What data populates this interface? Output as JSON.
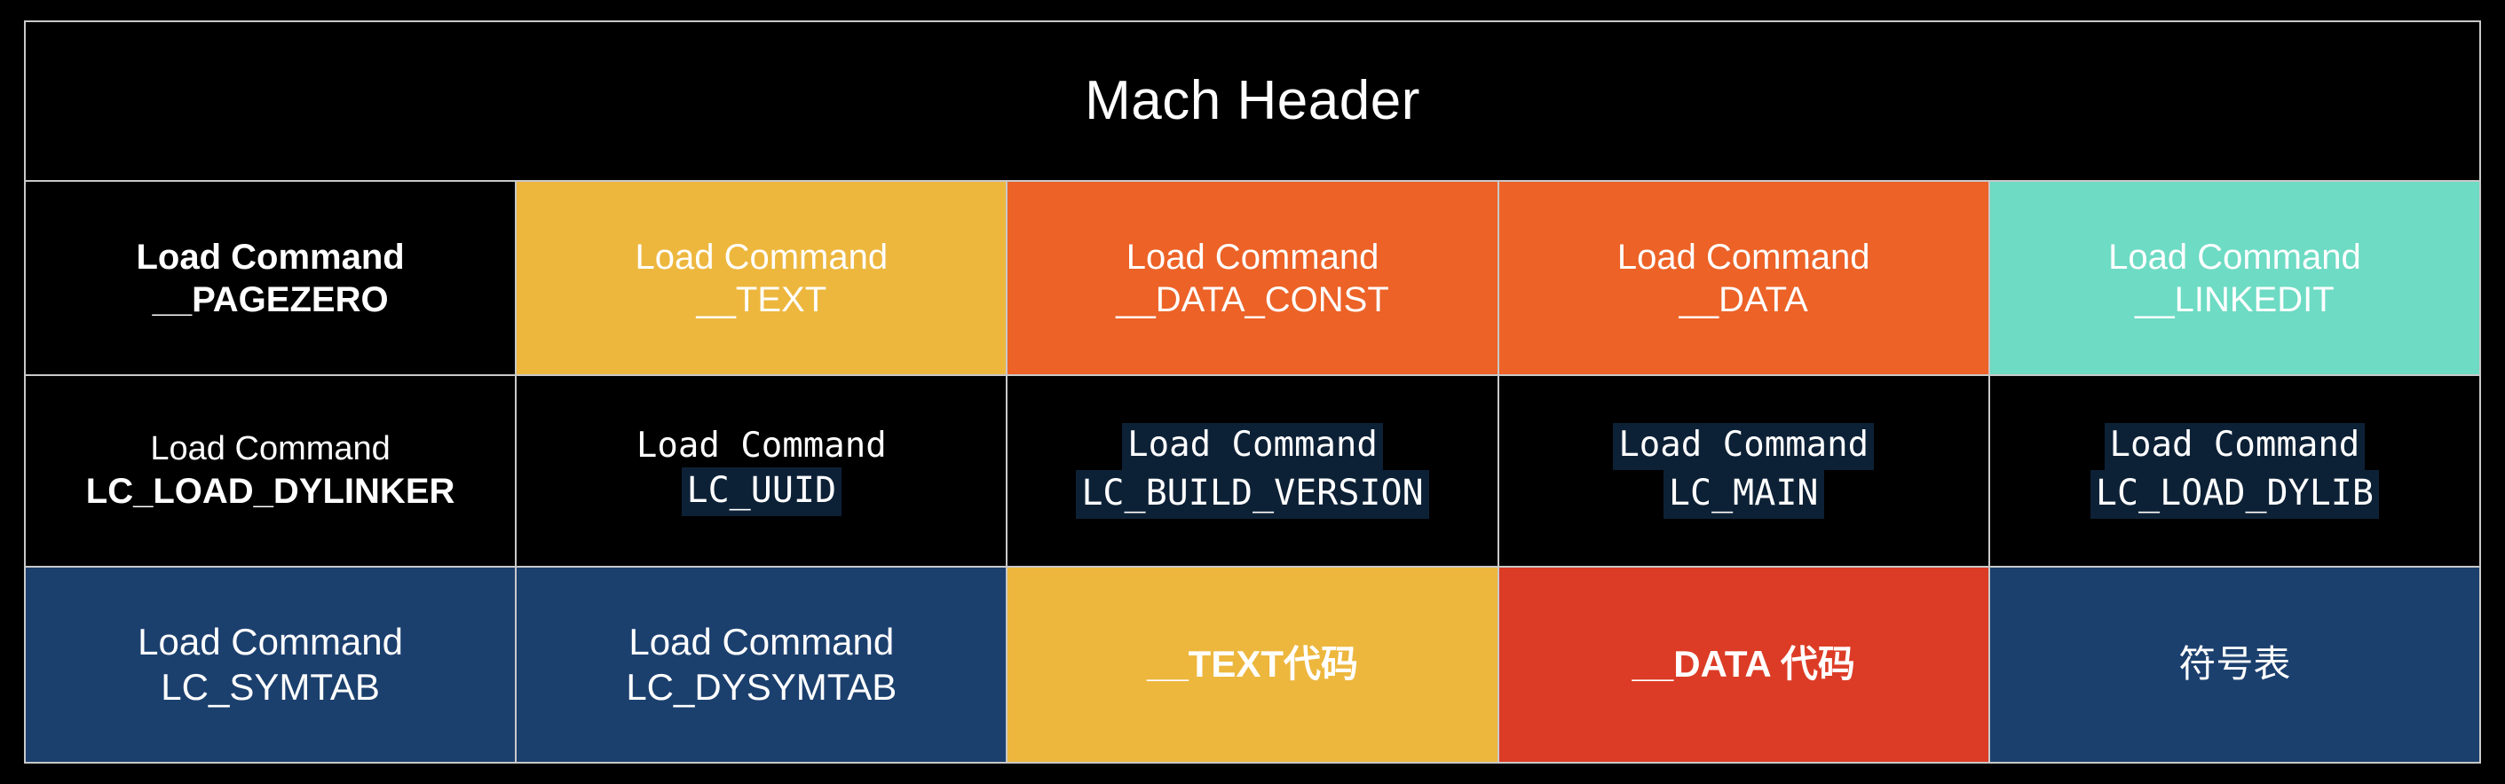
{
  "header": {
    "title": "Mach Header"
  },
  "colors": {
    "black": "#000000",
    "yellow": "#edb73e",
    "orange": "#ec6227",
    "teal": "#6edbc4",
    "navy": "#1c406e",
    "red": "#dc3c26",
    "code_highlight": "#0d2136",
    "border": "#c9c9c9",
    "text": "#ffffff"
  },
  "rows": {
    "segments": [
      {
        "line1": "Load Command",
        "line2": "__PAGEZERO",
        "bg": "black"
      },
      {
        "line1": "Load Command",
        "line2": "__TEXT",
        "bg": "yellow"
      },
      {
        "line1": "Load Command",
        "line2": "__DATA_CONST",
        "bg": "orange"
      },
      {
        "line1": "Load Command",
        "line2": "__DATA",
        "bg": "orange"
      },
      {
        "line1": "Load Command",
        "line2": "__LINKEDIT",
        "bg": "teal"
      }
    ],
    "commands": [
      {
        "line1": "Load Command",
        "line2": "LC_LOAD_DYLINKER",
        "bg": "black",
        "mono": false,
        "highlight": "none"
      },
      {
        "line1": "Load Command",
        "line2": "LC_UUID",
        "bg": "black",
        "mono": true,
        "highlight": "line2"
      },
      {
        "line1": "Load Command",
        "line2": "LC_BUILD_VERSION",
        "bg": "black",
        "mono": true,
        "highlight": "both"
      },
      {
        "line1": "Load Command",
        "line2": "LC_MAIN",
        "bg": "black",
        "mono": true,
        "highlight": "both"
      },
      {
        "line1": "Load Command",
        "line2": "LC_LOAD_DYLIB",
        "bg": "black",
        "mono": true,
        "highlight": "both"
      }
    ],
    "sections": [
      {
        "line1": "Load Command",
        "line2": "LC_SYMTAB",
        "bg": "navy",
        "bold": false
      },
      {
        "line1": "Load Command",
        "line2": "LC_DYSYMTAB",
        "bg": "navy",
        "bold": false
      },
      {
        "line1": "",
        "line2": "__TEXT代码",
        "bg": "yellow",
        "bold": true
      },
      {
        "line1": "",
        "line2": "__DATA 代码",
        "bg": "red",
        "bold": true
      },
      {
        "line1": "",
        "line2": "符号表",
        "bg": "navy",
        "bold": false
      }
    ]
  }
}
